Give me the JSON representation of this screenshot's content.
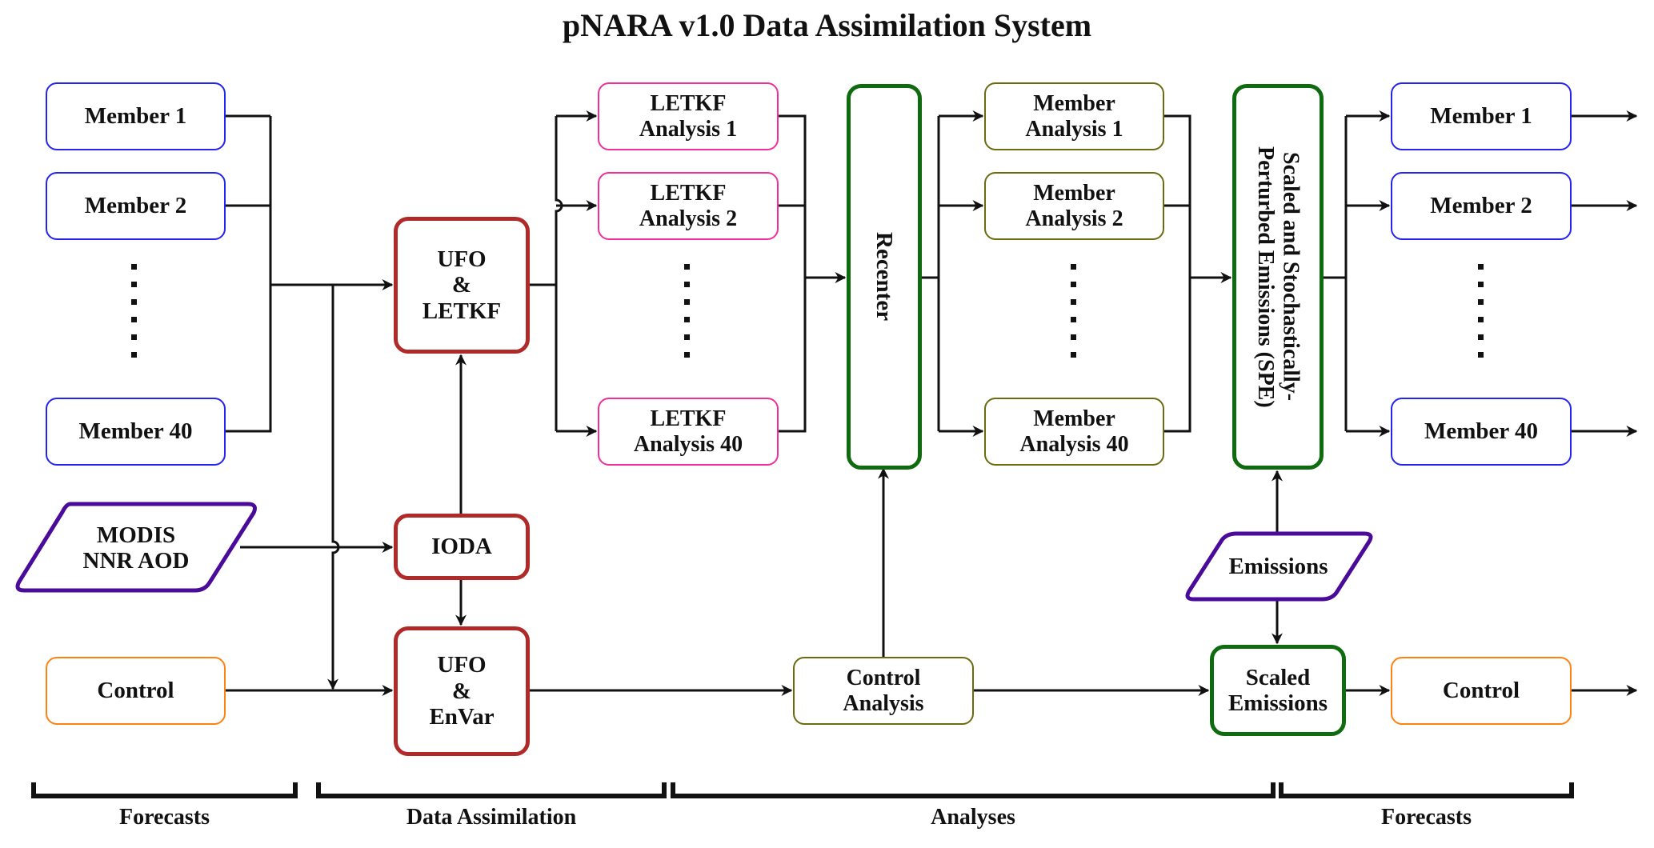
{
  "title": "pNARA v1.0 Data Assimilation System",
  "forecast_members_in": [
    {
      "label": "Member 1"
    },
    {
      "label": "Member 2"
    },
    {
      "label": "Member 40"
    }
  ],
  "observations": {
    "label": "MODIS\nNNR AOD",
    "line1": "MODIS",
    "line2": "NNR AOD"
  },
  "control_in": {
    "label": "Control"
  },
  "ufo_letkf": {
    "label": "UFO\n&\nLETKF"
  },
  "ioda": {
    "label": "IODA"
  },
  "ufo_envar": {
    "label": "UFO\n&\nEnVar"
  },
  "letkf_analyses": [
    {
      "label": "LETKF\nAnalysis 1"
    },
    {
      "label": "LETKF\nAnalysis 2"
    },
    {
      "label": "LETKF\nAnalysis 40"
    }
  ],
  "recenter": {
    "label": "Recenter"
  },
  "member_analyses": [
    {
      "label": "Member\nAnalysis 1"
    },
    {
      "label": "Member\nAnalysis 2"
    },
    {
      "label": "Member\nAnalysis 40"
    }
  ],
  "control_analysis": {
    "label": "Control\nAnalysis"
  },
  "spe": {
    "label": "Scaled and Stochastically-\nPerturbed Emissions (SPE)"
  },
  "emissions": {
    "label": "Emissions"
  },
  "scaled_emissions": {
    "label": "Scaled\nEmissions"
  },
  "forecast_members_out": [
    {
      "label": "Member 1"
    },
    {
      "label": "Member 2"
    },
    {
      "label": "Member 40"
    }
  ],
  "control_out": {
    "label": "Control"
  },
  "stages": [
    {
      "label": "Forecasts"
    },
    {
      "label": "Data Assimilation"
    },
    {
      "label": "Analyses"
    },
    {
      "label": "Forecasts"
    }
  ],
  "colors": {
    "member": "#2424f0",
    "control": "#ff8210",
    "letkf_analysis": "#f0309a",
    "data_assimilation": "#b02a2a",
    "member_analysis": "#6b6b10",
    "recenter_emissions": "#0f6b0f",
    "input_data": "#4a0a9a"
  }
}
